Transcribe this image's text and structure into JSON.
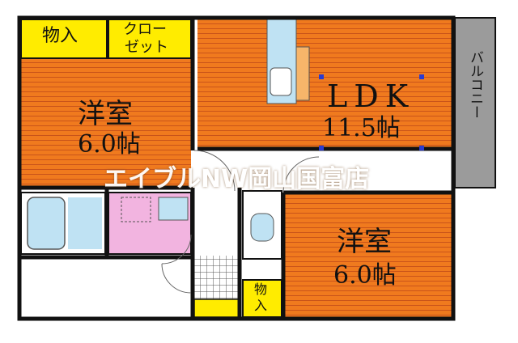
{
  "rooms": {
    "western_room_1": {
      "name": "洋室",
      "size": "6.0帖"
    },
    "ldk": {
      "name": "LDK",
      "size": "11.5帖"
    },
    "western_room_2": {
      "name": "洋室",
      "size": "6.0帖"
    }
  },
  "storage": {
    "closet_1": "物入",
    "closet_2_line1": "クロー",
    "closet_2_line2": "ゼット",
    "closet_3_line1": "物",
    "closet_3_line2": "入"
  },
  "balcony": "バルコニー",
  "watermark": "エイブルNW岡山国富店",
  "colors": {
    "floor_orange": "#f07a1e",
    "floor_stripe": "#c9541a",
    "storage_yellow": "#ffec00",
    "balcony_gray": "#9b9b9b",
    "wet_blue": "#bfe2f3",
    "washroom_pink": "#f2b4e0",
    "wall": "#111111"
  }
}
